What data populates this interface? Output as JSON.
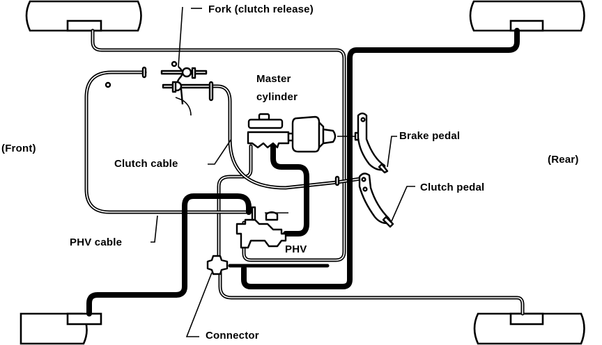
{
  "diagram": {
    "type": "hydraulic/cable layout diagram",
    "labels": {
      "fork": "Fork (clutch release)",
      "master_cylinder_line1": "Master",
      "master_cylinder_line2": "cylinder",
      "front": "(Front)",
      "rear": "(Rear)",
      "clutch_cable": "Clutch cable",
      "brake_pedal": "Brake pedal",
      "clutch_pedal": "Clutch pedal",
      "phv_cable": "PHV cable",
      "phv": "PHV",
      "connector": "Connector"
    },
    "components": [
      "front-left-wheel",
      "front-right-wheel",
      "rear-left-wheel",
      "rear-right-wheel",
      "clutch-release-fork",
      "master-cylinder",
      "brake-booster",
      "brake-pedal",
      "clutch-pedal",
      "phv-valve",
      "connector"
    ],
    "colors": {
      "ink": "#000000",
      "paper": "#ffffff"
    }
  }
}
